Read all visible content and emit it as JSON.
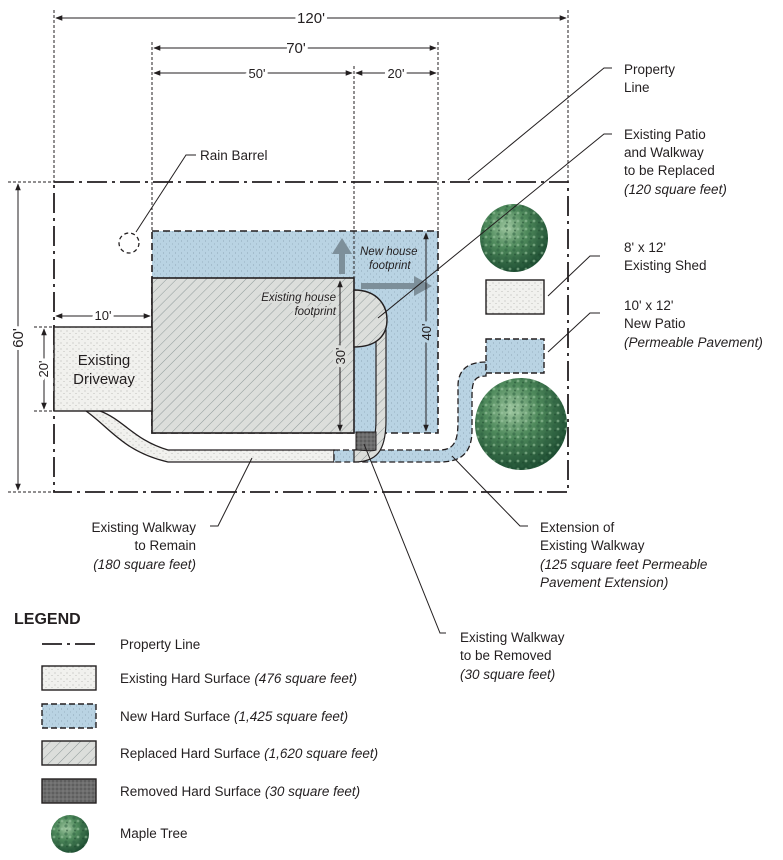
{
  "dimensions": {
    "width_120": "120'",
    "width_70": "70'",
    "width_50": "50'",
    "width_20": "20'",
    "height_60": "60'",
    "height_40": "40'",
    "height_30": "30'",
    "driveway_10": "10'",
    "driveway_20": "20'"
  },
  "labels": {
    "rain_barrel": "Rain Barrel",
    "property_line_1": "Property",
    "property_line_2": "Line",
    "patio_replaced_1": "Existing Patio",
    "patio_replaced_2": "and Walkway",
    "patio_replaced_3": "to be Replaced",
    "patio_replaced_area": "(120 square feet)",
    "shed_1": "8' x 12'",
    "shed_2": "Existing Shed",
    "new_patio_1": "10' x 12'",
    "new_patio_2": "New Patio",
    "new_patio_3": "(Permeable Pavement)",
    "new_house_1": "New house",
    "new_house_2": "footprint",
    "existing_house_1": "Existing house",
    "existing_house_2": "footprint",
    "driveway_1": "Existing",
    "driveway_2": "Driveway",
    "walk_remain_1": "Existing Walkway",
    "walk_remain_2": "to Remain",
    "walk_remain_area": "(180 square feet)",
    "extension_1": "Extension of",
    "extension_2": "Existing Walkway",
    "extension_3": "(125 square feet Permeable",
    "extension_4": "Pavement Extension)",
    "walk_removed_1": "Existing Walkway",
    "walk_removed_2": "to be Removed",
    "walk_removed_area": "(30 square feet)"
  },
  "legend": {
    "title": "LEGEND",
    "property_line": "Property Line",
    "existing_hard": "Existing Hard Surface ",
    "existing_hard_area": "(476 square feet)",
    "new_hard": "New Hard Surface ",
    "new_hard_area": "(1,425 square feet)",
    "replaced_hard": "Replaced Hard Surface ",
    "replaced_hard_area": "(1,620 square feet)",
    "removed_hard": "Removed Hard Surface ",
    "removed_hard_area": "(30 square feet)",
    "maple_tree": "Maple Tree"
  },
  "colors": {
    "new_surface": "#b9d3e3",
    "existing_surface": "#eeeeea",
    "replaced_surface": "#d6d8d4",
    "removed_surface": "#6a6a6a",
    "tree": "#3f7d4c",
    "arrow": "#7d8f9a"
  }
}
